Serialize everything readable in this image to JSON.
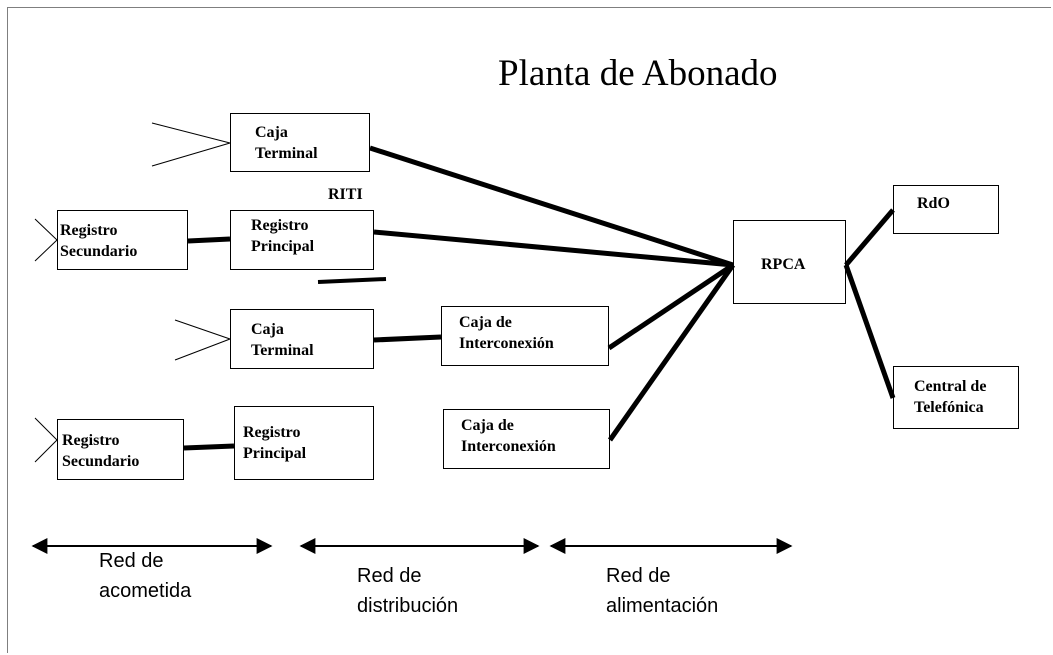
{
  "title": "Planta de Abonado",
  "boxes": {
    "caja_terminal_1": "Caja\nTerminal",
    "registro_secundario_1": "Registro\nSecundario",
    "registro_principal_1": "Registro\nPrincipal",
    "caja_terminal_2": "Caja\nTerminal",
    "caja_interconexion_1": "Caja de\nInterconexión",
    "registro_secundario_2": "Registro\nSecundario",
    "registro_principal_2": "Registro\nPrincipal",
    "caja_interconexion_2": "Caja de\nInterconexión",
    "rpca": "RPCA",
    "rdo": "RdO",
    "central_telefonica": "Central de\nTelefónica"
  },
  "riti_label": "RITI",
  "regions": {
    "acometida": "Red de\nacometida",
    "distribucion": "Red de\ndistribución",
    "alimentacion": "Red de\nalimentación"
  }
}
